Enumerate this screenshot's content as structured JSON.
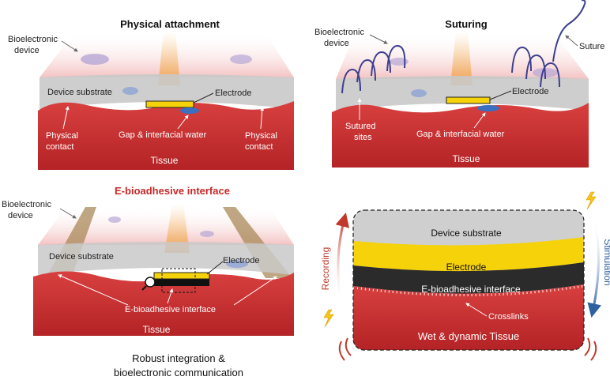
{
  "panels": {
    "physical_attachment": {
      "title": "Physical attachment",
      "bioelectronic_device_line1": "Bioelectronic",
      "bioelectronic_device_line2": "device",
      "device_substrate": "Device substrate",
      "electrode": "Electrode",
      "physical_contact_left_line1": "Physical",
      "physical_contact_left_line2": "contact",
      "physical_contact_right_line1": "Physical",
      "physical_contact_right_line2": "contact",
      "gap": "Gap & interfacial water",
      "tissue": "Tissue"
    },
    "suturing": {
      "title": "Suturing",
      "bioelectronic_device_line1": "Bioelectronic",
      "bioelectronic_device_line2": "device",
      "suture": "Suture",
      "electrode": "Electrode",
      "sutured_sites_line1": "Sutured",
      "sutured_sites_line2": "sites",
      "gap": "Gap & interfacial water",
      "tissue": "Tissue"
    },
    "ebioadhesive": {
      "title": "E-bioadhesive interface",
      "bioelectronic_device_line1": "Bioelectronic",
      "bioelectronic_device_line2": "device",
      "device_substrate": "Device substrate",
      "electrode": "Electrode",
      "interface": "E-bioadhesive interface",
      "tissue": "Tissue",
      "caption_line1": "Robust integration &",
      "caption_line2": "bioelectronic communication"
    },
    "zoom": {
      "device_substrate": "Device substrate",
      "electrode": "Electrode",
      "interface": "E-bioadhesive interface",
      "crosslinks": "Crosslinks",
      "tissue": "Wet & dynamic Tissue",
      "recording": "Recording",
      "stimulation": "Stimulation"
    }
  },
  "colors": {
    "title_red": "#c62828",
    "tissue_red": "#cc2f2f",
    "electrode_yellow": "#f5d20a",
    "substrate_gray": "#c9c9c9",
    "recording_red": "#c0392b",
    "stimulation_blue": "#2e5f9e"
  }
}
